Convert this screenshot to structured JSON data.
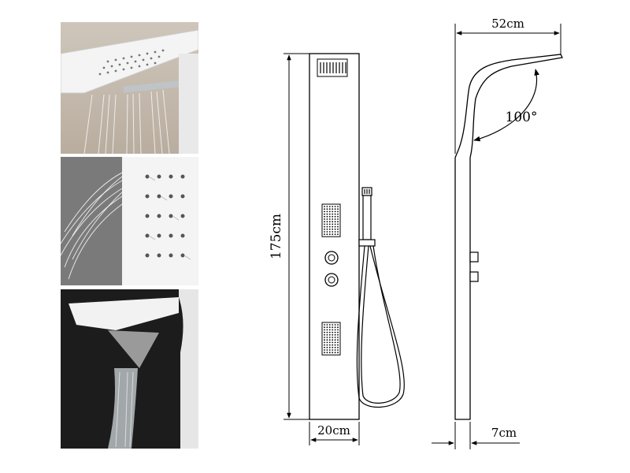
{
  "dimensions": {
    "height": "175cm",
    "width_front": "20cm",
    "overhang": "52cm",
    "angle": "100°",
    "depth": "7cm"
  },
  "photos": [
    {
      "name": "photo-rain-shower-head"
    },
    {
      "name": "photo-massage-jets"
    },
    {
      "name": "photo-waterfall-spout"
    }
  ],
  "colors": {
    "line": "#000000",
    "panel": "#ffffff",
    "photo_dark": "#1c1c1c"
  }
}
